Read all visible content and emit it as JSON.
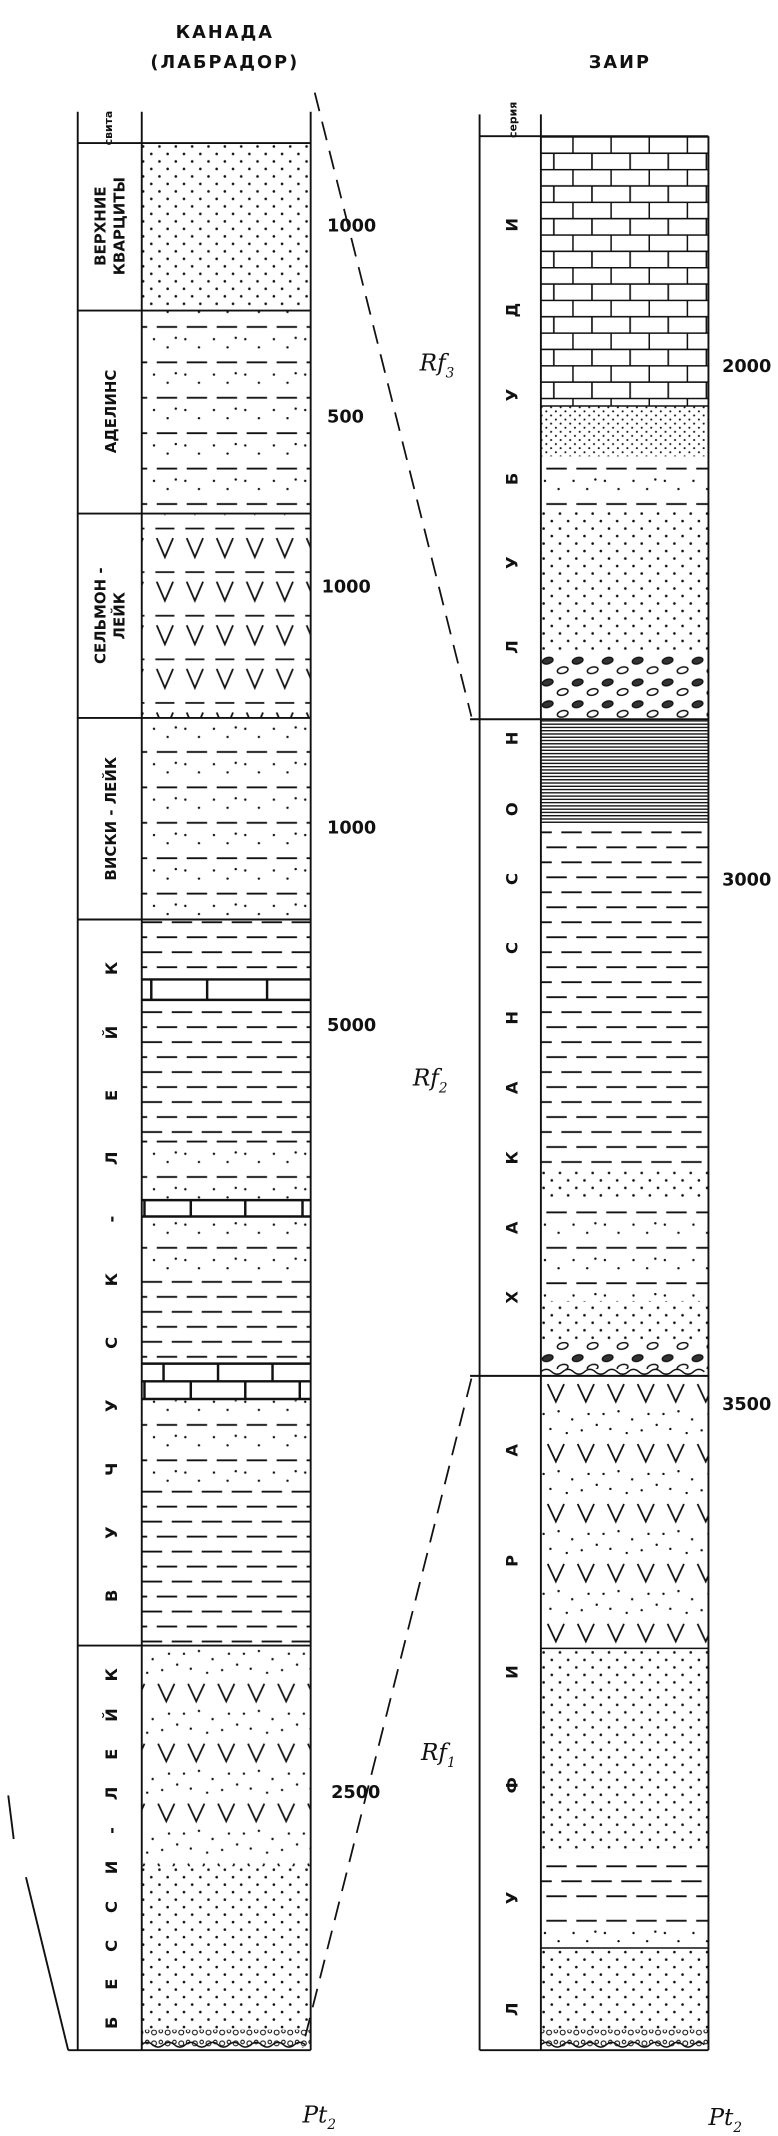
{
  "canada": {
    "title": "КАНАДА",
    "subtitle": "(ЛАБРАДОР)",
    "column_header": "свита",
    "formations": [
      {
        "label": [
          "ВЕРХНИЕ",
          "КВАРЦИТЫ"
        ],
        "thickness": "1000"
      },
      {
        "label": [
          "АДЕЛИНС"
        ],
        "thickness": "500"
      },
      {
        "label": [
          "СЕЛЬМОН -",
          "ЛЕЙК"
        ],
        "thickness": "1000"
      },
      {
        "label": [
          "ВИСКИ - ЛЕЙК"
        ],
        "thickness": "1000"
      },
      {
        "label": [
          "В У Ч У С К - Л Е Й К"
        ],
        "thickness": "5000"
      },
      {
        "label": [
          "Б Е С С И - Л Е Й К"
        ],
        "thickness": "2500"
      }
    ],
    "base_age": {
      "symbol": "Pt",
      "index": "2"
    }
  },
  "zaire": {
    "title": "ЗАИР",
    "column_header": "серия",
    "series": [
      {
        "label": "Л У Б У Д И",
        "thickness": "2000",
        "age": {
          "symbol": "Rf",
          "index": "3"
        }
      },
      {
        "label": "Х А К А Н С С О Н",
        "thickness": "3000",
        "age": {
          "symbol": "Rf",
          "index": "2"
        }
      },
      {
        "label": "Л У Ф И Р А",
        "thickness": "3500",
        "age": {
          "symbol": "Rf",
          "index": "1"
        }
      }
    ],
    "base_age": {
      "symbol": "Pt",
      "index": "2"
    }
  }
}
